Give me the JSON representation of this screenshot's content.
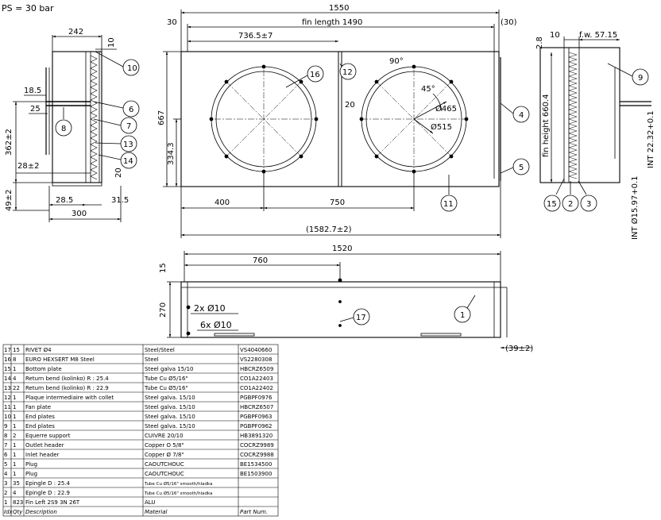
{
  "header": {
    "pressure": "PS = 30 bar"
  },
  "front_view": {
    "overall": "1550",
    "fin_length": "fin length 1490",
    "left_gap": "30",
    "right_gap": "(30)",
    "fan_offset": "736.5±7",
    "height": "667",
    "center_height": "334.3",
    "fan_left": "400",
    "fan_pitch": "750",
    "total": "(1582.7±2)",
    "plate_gap": "20",
    "angle_90": "90°",
    "angle_45": "45°",
    "d465": "Ø465",
    "d515": "Ø515"
  },
  "side_view": {
    "width_top": "242",
    "w10": "10",
    "d18_5": "18.5",
    "d25": "25",
    "h362": "362±2",
    "h28": "28±2",
    "h49": "49±2",
    "b28_5": "28.5",
    "b31_5": "31.5",
    "b300": "300",
    "b20": "20"
  },
  "right_view": {
    "d2_8": "2.8",
    "d10": "10",
    "fin_width": "f.w. 57.15",
    "fin_height": "fin height 660.4",
    "int_22": "INT 22.32+0.1",
    "int_15": "INT Ø15.97+0.1"
  },
  "bottom_view": {
    "length": "1520",
    "half": "760",
    "d15": "15",
    "d270": "270",
    "holes_a": "2x Ø10",
    "holes_b": "6x Ø10",
    "overhang": "(39±2)"
  },
  "balloons": [
    "10",
    "8",
    "6",
    "7",
    "13",
    "14",
    "16",
    "12",
    "4",
    "5",
    "11",
    "9",
    "15",
    "2",
    "3",
    "17",
    "1"
  ],
  "bom": {
    "header": [
      "Idx",
      "Qty",
      "Description",
      "Material",
      "Part Num."
    ],
    "rows": [
      [
        "17",
        "15",
        "RIVET Ø4",
        "Steel/Steel",
        "VS4040660"
      ],
      [
        "16",
        "8",
        "EURO HEXSERT M8 Steel",
        "Steel",
        "VS2280308"
      ],
      [
        "15",
        "1",
        "Bottom plate",
        "Steel galva 15/10",
        "HBCRZ6509"
      ],
      [
        "14",
        "4",
        "Return bend (kolinko) R : 25.4",
        "Tube Cu Ø5/16\"",
        "CO1A22403"
      ],
      [
        "13",
        "22",
        "Return bend (kolinko) R : 22.9",
        "Tube Cu Ø5/16\"",
        "CO1A22402"
      ],
      [
        "12",
        "1",
        "Plaque intermediaire with collet",
        "Steel galva. 15/10",
        "PGBPF0976"
      ],
      [
        "11",
        "1",
        "Fan plate",
        "Steel galva. 15/10",
        "HBCRZ6507"
      ],
      [
        "10",
        "1",
        "End plates",
        "Steel galva. 15/10",
        "PGBPF0963"
      ],
      [
        "9",
        "1",
        "End plates",
        "Steel galva. 15/10",
        "PGBPF0962"
      ],
      [
        "8",
        "2",
        "Equerre support",
        "CUIVRE 20/10",
        "HB3891320"
      ],
      [
        "7",
        "1",
        "Outlet header",
        "Copper O 5/8\"",
        "COCRZ9989"
      ],
      [
        "6",
        "1",
        "Inlet header",
        "Copper Ø 7/8\"",
        "COCRZ9988"
      ],
      [
        "5",
        "1",
        "Plug",
        "CAOUTCHOUC",
        "BE1534500"
      ],
      [
        "4",
        "1",
        "Plug",
        "CAOUTCHOUC",
        "BE1503900"
      ],
      [
        "3",
        "35",
        "Epingle D : 25.4",
        "Tube Cu Ø5/16\" smooth/hladka",
        ""
      ],
      [
        "2",
        "4",
        "Epingle D : 22.9",
        "Tube Cu Ø5/16\" smooth/hladka",
        ""
      ],
      [
        "1",
        "823",
        "Fin Left 2S9 3N 26T",
        "ALU",
        ""
      ]
    ]
  }
}
